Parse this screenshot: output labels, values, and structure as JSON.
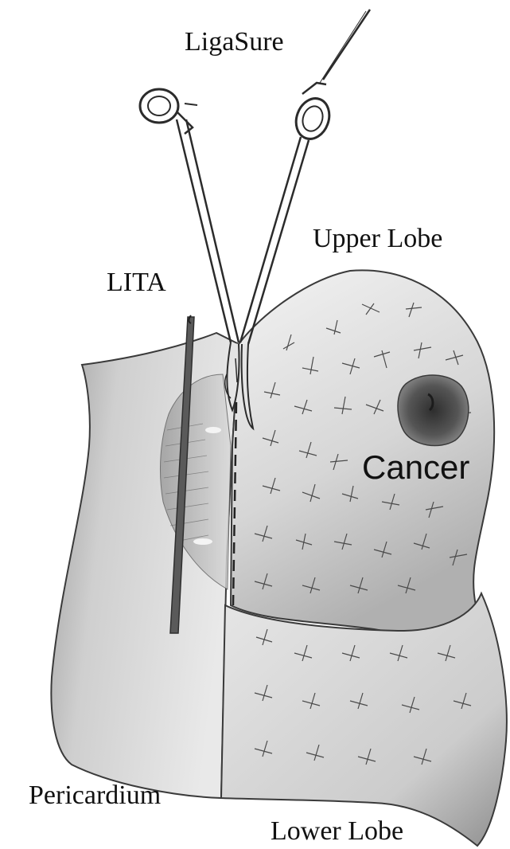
{
  "labels": {
    "ligasure": "LigaSure",
    "upper_lobe": "Upper Lobe",
    "lita": "LITA",
    "cancer": "Cancer",
    "pericardium": "Pericardium",
    "lower_lobe": "Lower Lobe"
  },
  "colors": {
    "background": "#ffffff",
    "outline": "#3a3a3a",
    "lobe_fill_light": "#ececec",
    "lobe_fill_dark": "#a9a9a9",
    "lita_vessel": "#555555",
    "cancer_mass": "#454545",
    "text": "#111111"
  },
  "icons": {
    "instrument": "ligasure-instrument-icon",
    "tumor": "tumor-icon"
  }
}
